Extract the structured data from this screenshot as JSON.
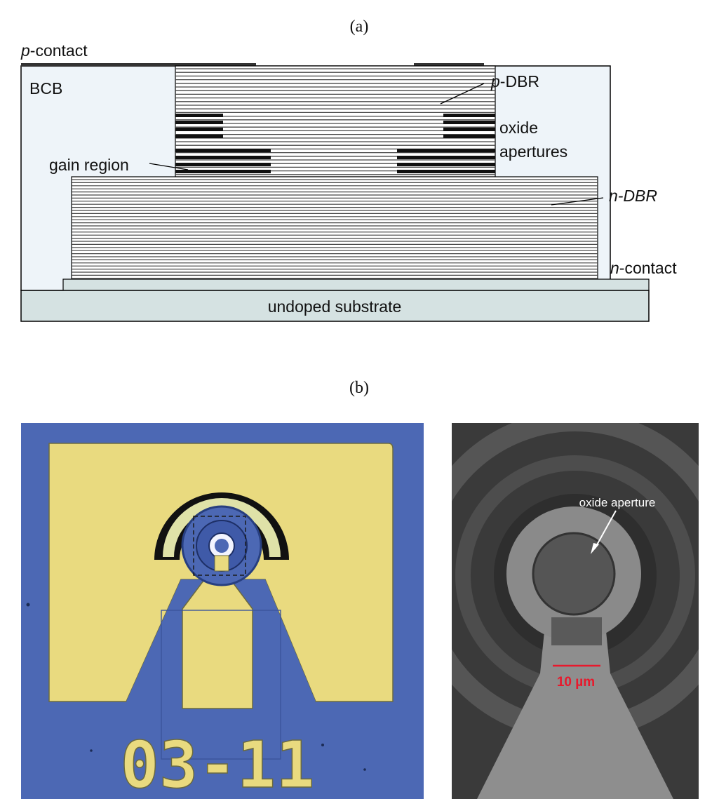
{
  "panels": {
    "a": "(a)",
    "b": "(b)"
  },
  "labels": {
    "p_contact": "p",
    "p_contact_suffix": "-contact",
    "bcb": "BCB",
    "p_dbr": "p",
    "p_dbr_suffix": "-DBR",
    "oxide_line1": "oxide",
    "oxide_line2": "apertures",
    "gain_region": "gain region",
    "n_dbr": "n-DBR",
    "n_contact": "n",
    "n_contact_suffix": "-contact",
    "substrate": "undoped substrate"
  },
  "photo_left": {
    "device_id": "03-11"
  },
  "photo_right": {
    "oxide_aperture": "oxide aperture",
    "scale_bar": "10 µm"
  },
  "colors": {
    "photo_blue": "#4c68b4",
    "photo_gold": "#e9da7f",
    "photo_gray": "#3a3a3a",
    "bcb_fill": "#eef4f9",
    "substrate_fill": "#d5e2e2",
    "scale_red": "#e8192c"
  }
}
